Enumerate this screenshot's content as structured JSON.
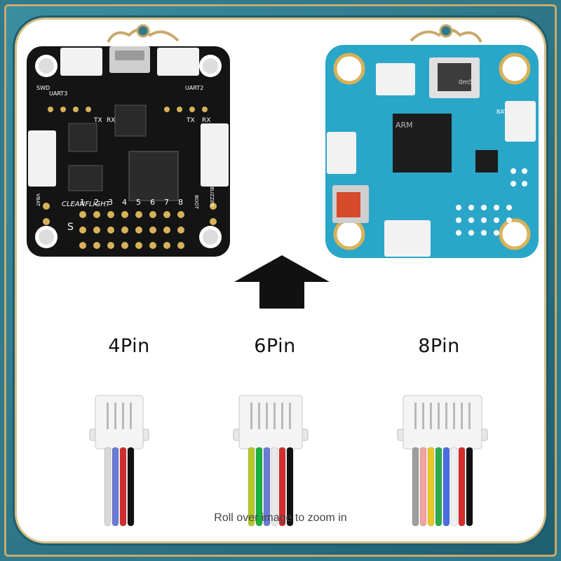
{
  "caption": "Roll over image to zoom in",
  "connectors": [
    {
      "label": "4Pin",
      "pins": 4,
      "wire_colors": [
        "#d9d9d9",
        "#6a7bd6",
        "#d42d2d",
        "#111111"
      ]
    },
    {
      "label": "6Pin",
      "pins": 6,
      "wire_colors": [
        "#b5c92a",
        "#19b03f",
        "#6a7bd6",
        "#eaeaea",
        "#d42d2d",
        "#111111"
      ]
    },
    {
      "label": "8Pin",
      "pins": 8,
      "wire_colors": [
        "#9e9e9e",
        "#f2a2a0",
        "#e8c727",
        "#2cab4e",
        "#4a6ee0",
        "#f0f0f0",
        "#d42d2d",
        "#111111"
      ]
    }
  ],
  "board_left": {
    "silk": {
      "uart3": "UART3",
      "uart2": "UART2",
      "swd": "SWD",
      "tx": "TX",
      "rx": "RX",
      "brand": "CLEANFLIGHT",
      "vbat": "VBAT",
      "boot": "BOOT",
      "buzzer": "BUZZER",
      "s": "S",
      "numbers": [
        "1",
        "2",
        "3",
        "4",
        "5",
        "6",
        "7",
        "8"
      ]
    }
  },
  "board_right": {
    "silk": {
      "chip": "ARM",
      "bat": "BAT",
      "res": "0m5"
    }
  },
  "colors": {
    "frame": "#2f7a8c",
    "gold": "#d8bd84",
    "pcb_black": "#141414",
    "pcb_blue": "#2aa6c8"
  }
}
